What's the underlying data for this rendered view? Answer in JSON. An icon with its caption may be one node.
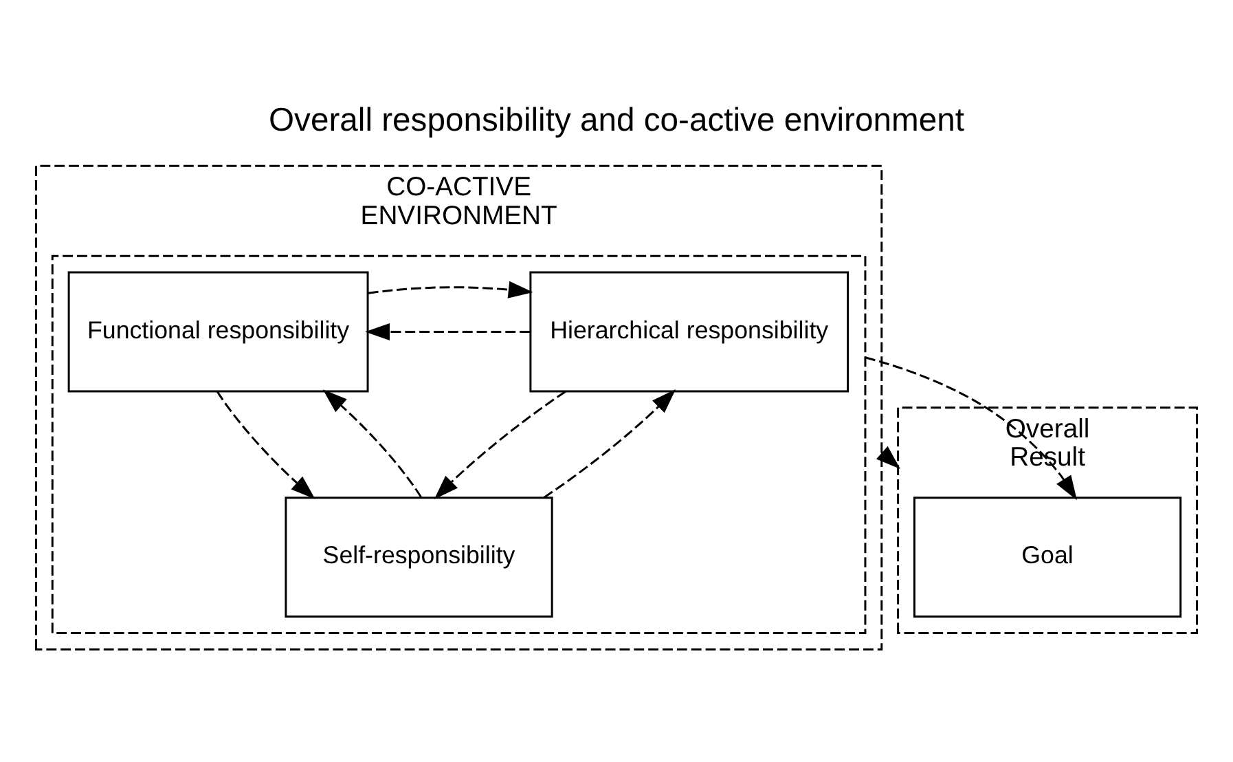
{
  "diagram": {
    "title": "Overall responsibility and co-active environment",
    "nodes": [
      {
        "text": [
          "CO-ACTIVE",
          "ENVIRONMENT"
        ]
      },
      {
        "text": [],
        "shape": "box",
        "in": 0
      },
      {
        "text": [
          "Hierarchical responsibility"
        ],
        "in": 1
      },
      {
        "text": [
          "Functional responsibility"
        ],
        "in": 1
      },
      {
        "text": [
          "Self-responsibility"
        ],
        "in": 1
      },
      {
        "text": [
          "Overall",
          "Result"
        ]
      },
      {
        "text": [
          "Goal"
        ],
        "in": 5
      }
    ],
    "edges": [
      {
        "from": 2,
        "to": 3,
        "arrow": "to",
        "style": "dashed"
      },
      {
        "from": 3,
        "to": 2,
        "arrow": "to",
        "style": "dashed"
      },
      {
        "from": 2,
        "to": 4,
        "arrow": "to",
        "style": "dashed"
      },
      {
        "from": 4,
        "to": 2,
        "arrow": "to",
        "style": "dashed"
      },
      {
        "from": 3,
        "to": 4,
        "arrow": "to",
        "style": "dashed"
      },
      {
        "from": 4,
        "to": 3,
        "arrow": "to",
        "style": "dashed"
      },
      {
        "from": 0,
        "to": 5,
        "arrow": "to",
        "style": "dashed"
      },
      {
        "from": 1,
        "to": 6,
        "arrow": "to",
        "style": "dashed"
      }
    ]
  }
}
